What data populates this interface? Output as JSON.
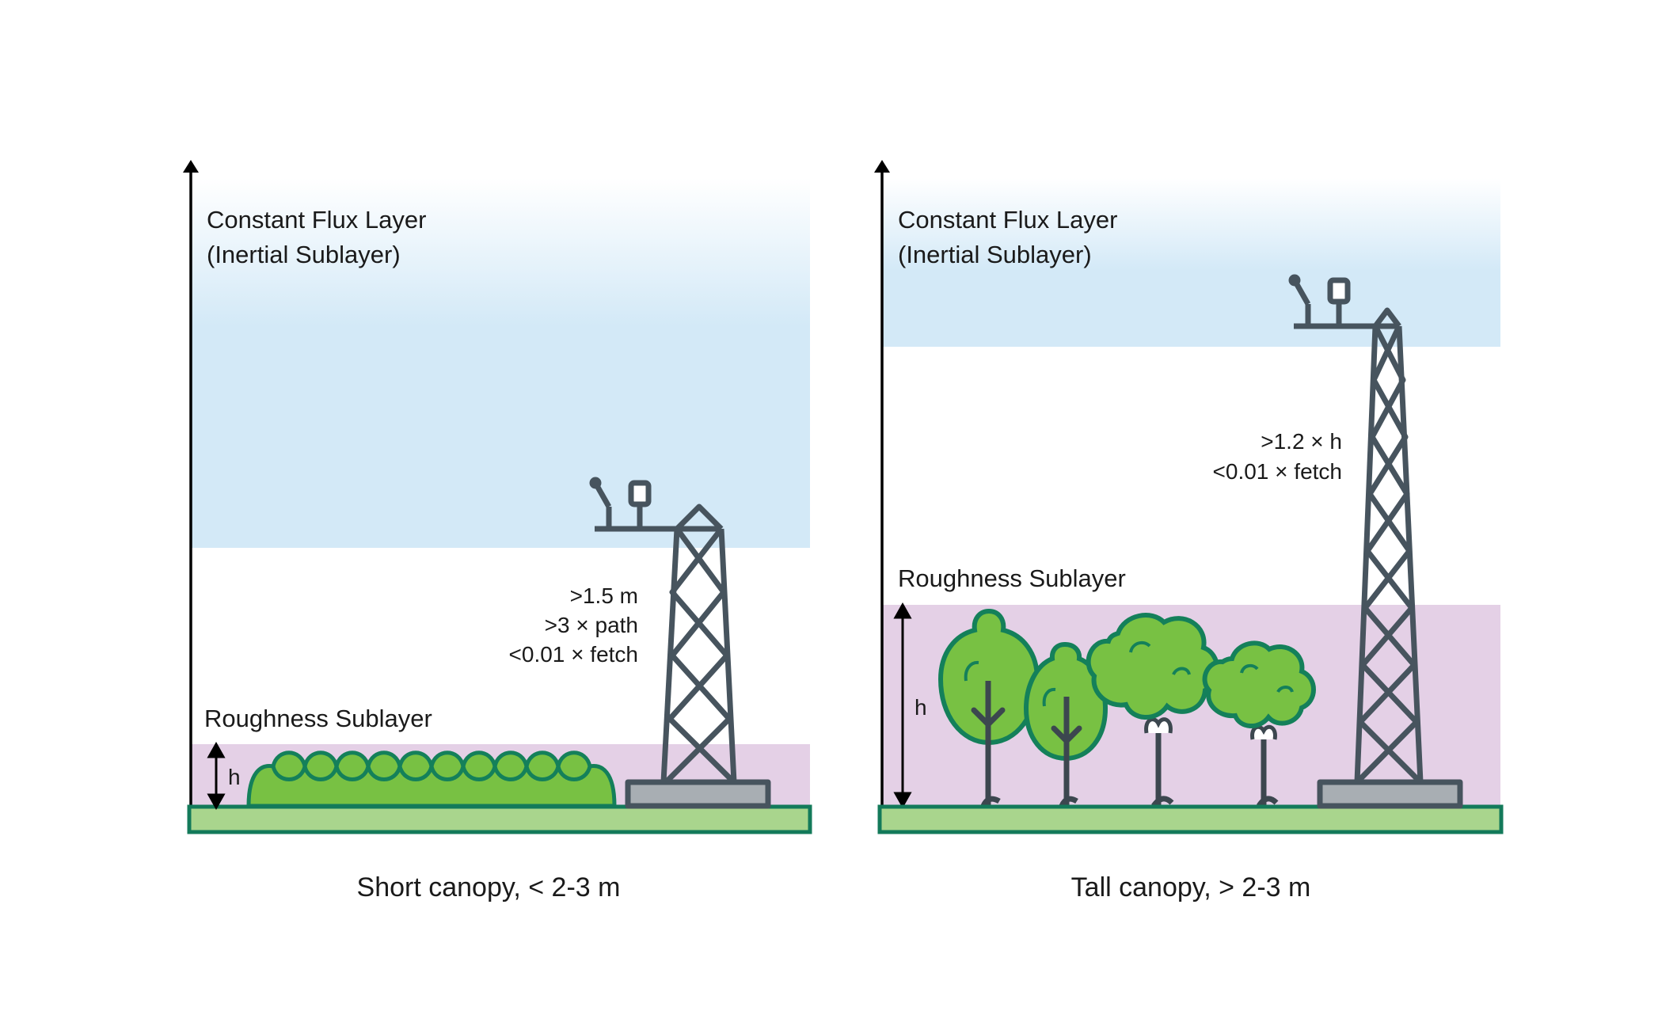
{
  "colors": {
    "sky": "#d3e9f7",
    "roughness": "#e4d0e6",
    "ground_fill": "#a9d58d",
    "ground_stroke": "#137a5a",
    "canopy_fill": "#78c143",
    "canopy_stroke": "#14805a",
    "tower": "#47545e",
    "tower_base": "#a8aeb3",
    "axis": "#000000"
  },
  "left_panel": {
    "flux_layer_line1": "Constant Flux Layer",
    "flux_layer_line2": "(Inertial Sublayer)",
    "roughness_label": "Roughness Sublayer",
    "height_label": "h",
    "req_line1": ">1.5 m",
    "req_line2": ">3 × path",
    "req_line3": "<0.01 × fetch",
    "caption": "Short canopy, < 2-3 m"
  },
  "right_panel": {
    "flux_layer_line1": "Constant Flux Layer",
    "flux_layer_line2": "(Inertial Sublayer)",
    "roughness_label": "Roughness Sublayer",
    "height_label": "h",
    "req_line1": ">1.2 × h",
    "req_line2": "<0.01 × fetch",
    "caption": "Tall canopy, > 2-3 m"
  }
}
